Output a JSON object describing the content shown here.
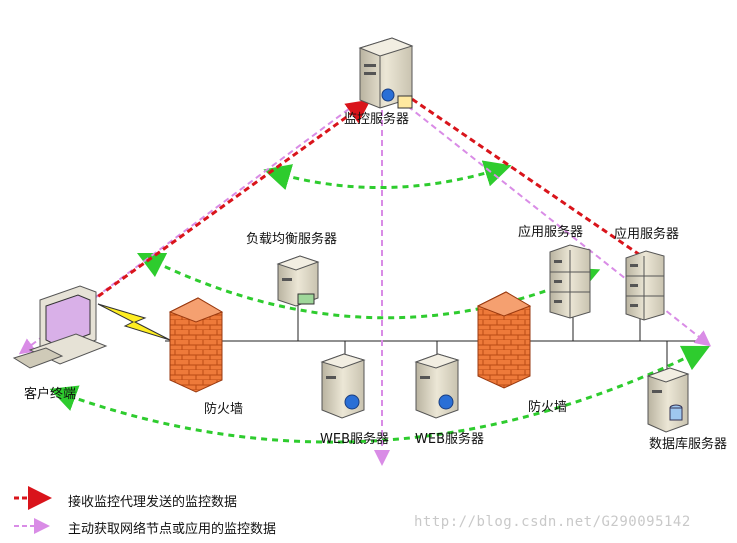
{
  "nodes": {
    "monitor_server": "监控服务器",
    "load_balancer": "负载均衡服务器",
    "app_server_1": "应用服务器",
    "app_server_2": "应用服务器",
    "client": "客户终端",
    "firewall_left": "防火墙",
    "firewall_right": "防火墙",
    "web_server_1": "WEB服务器",
    "web_server_2": "WEB服务器",
    "db_server": "数据库服务器"
  },
  "legend": [
    {
      "label": "接收监控代理发送的监控数据",
      "color": "#d9141b",
      "icon": "red-dashed-arrow"
    },
    {
      "label": "主动获取网络节点或应用的监控数据",
      "color": "#d98ce6",
      "icon": "violet-dashed-arrow"
    }
  ],
  "colors": {
    "green_arc": "#2ecc2e",
    "firewall": "#e8652a",
    "server_body": "#d8d2c0"
  },
  "watermark": "http://blog.csdn.net/G290095142"
}
